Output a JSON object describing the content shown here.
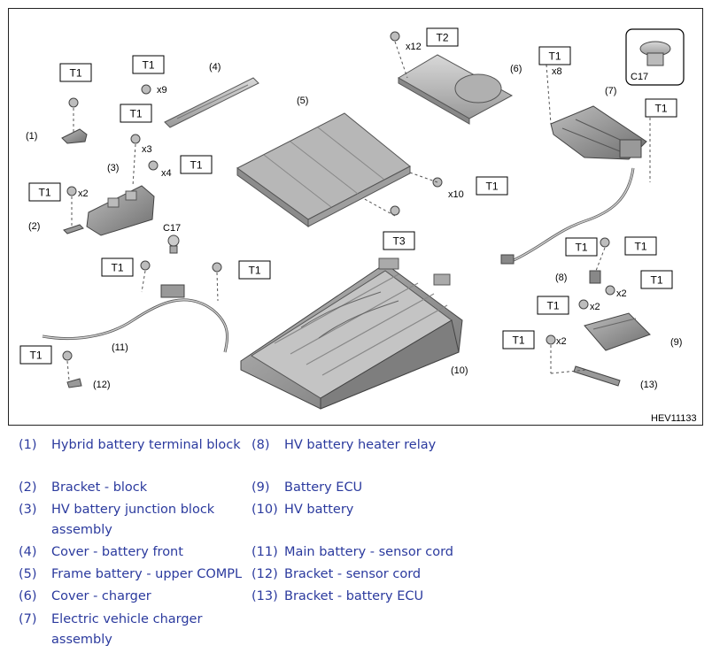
{
  "diagram": {
    "code": "HEV11133",
    "connector_label": "C17",
    "torque_labels": [
      "T1",
      "T1",
      "T1",
      "T1",
      "T1",
      "T1",
      "T1",
      "T2",
      "T1",
      "T1",
      "T1",
      "T1",
      "T1",
      "T1",
      "T1",
      "T1",
      "T3",
      "T1"
    ],
    "multipliers": [
      "x9",
      "x3",
      "x4",
      "x2",
      "x12",
      "x8",
      "x10",
      "x2",
      "x2",
      "x2"
    ],
    "callouts": [
      "(1)",
      "(2)",
      "(3)",
      "(4)",
      "(5)",
      "(6)",
      "(7)",
      "(8)",
      "(9)",
      "(10)",
      "(11)",
      "(12)",
      "(13)"
    ]
  },
  "legend": [
    {
      "num": "(1)",
      "name": "Hybrid battery terminal block"
    },
    {
      "num": "(2)",
      "name": "Bracket - block"
    },
    {
      "num": "(3)",
      "name": "HV battery junction block assembly"
    },
    {
      "num": "(4)",
      "name": "Cover - battery front"
    },
    {
      "num": "(5)",
      "name": "Frame battery - upper COMPL"
    },
    {
      "num": "(6)",
      "name": "Cover - charger"
    },
    {
      "num": "(7)",
      "name": "Electric vehicle charger assembly"
    },
    {
      "num": "(8)",
      "name": "HV battery heater relay"
    },
    {
      "num": "(9)",
      "name": "Battery ECU"
    },
    {
      "num": "(10)",
      "name": "HV battery"
    },
    {
      "num": "(11)",
      "name": "Main battery - sensor cord"
    },
    {
      "num": "(12)",
      "name": "Bracket - sensor cord"
    },
    {
      "num": "(13)",
      "name": "Bracket - battery ECU"
    }
  ]
}
